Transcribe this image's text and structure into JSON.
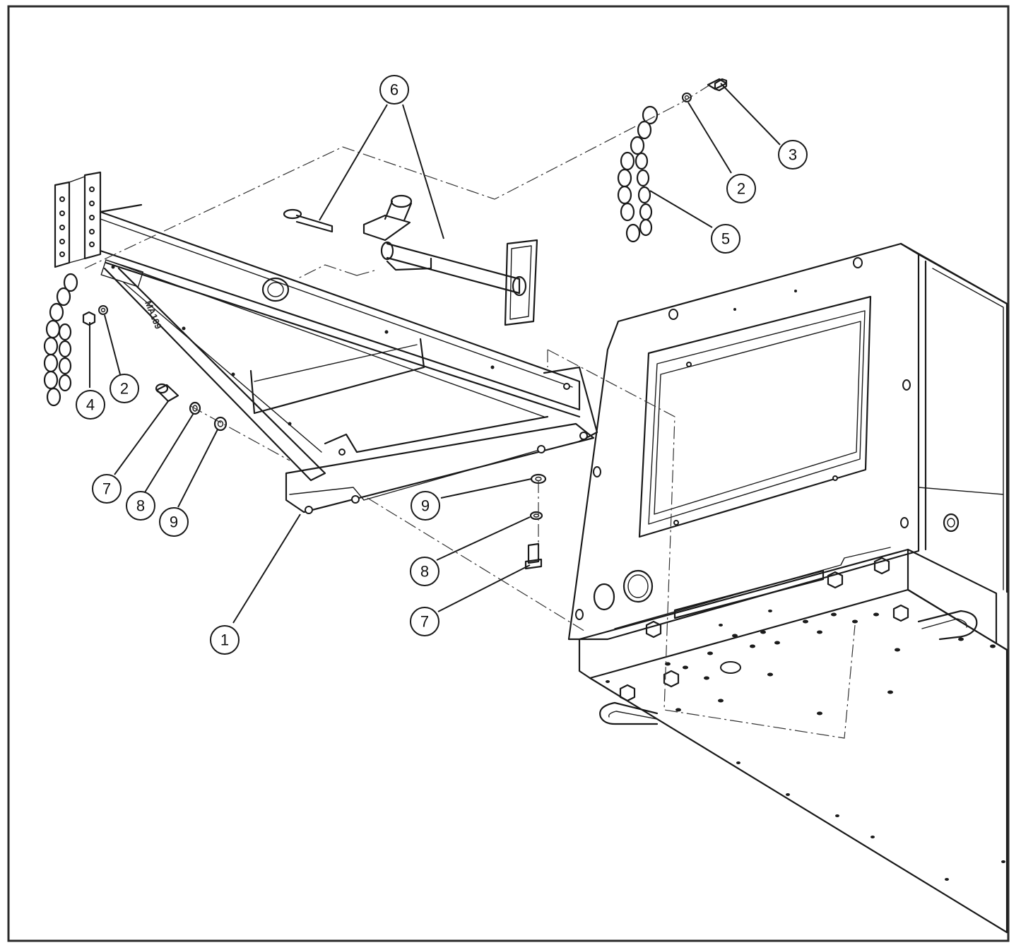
{
  "figure": {
    "colors": {
      "line": "#1a1a1a",
      "background": "#ffffff",
      "border": "#2a2a2a"
    }
  },
  "part_stamp": "MA109",
  "callouts": [
    {
      "id": "c1",
      "label": "1"
    },
    {
      "id": "c2a",
      "label": "2"
    },
    {
      "id": "c2b",
      "label": "2"
    },
    {
      "id": "c3",
      "label": "3"
    },
    {
      "id": "c4",
      "label": "4"
    },
    {
      "id": "c5",
      "label": "5"
    },
    {
      "id": "c6",
      "label": "6"
    },
    {
      "id": "c7a",
      "label": "7"
    },
    {
      "id": "c7b",
      "label": "7"
    },
    {
      "id": "c8a",
      "label": "8"
    },
    {
      "id": "c8b",
      "label": "8"
    },
    {
      "id": "c9a",
      "label": "9"
    },
    {
      "id": "c9b",
      "label": "9"
    }
  ]
}
